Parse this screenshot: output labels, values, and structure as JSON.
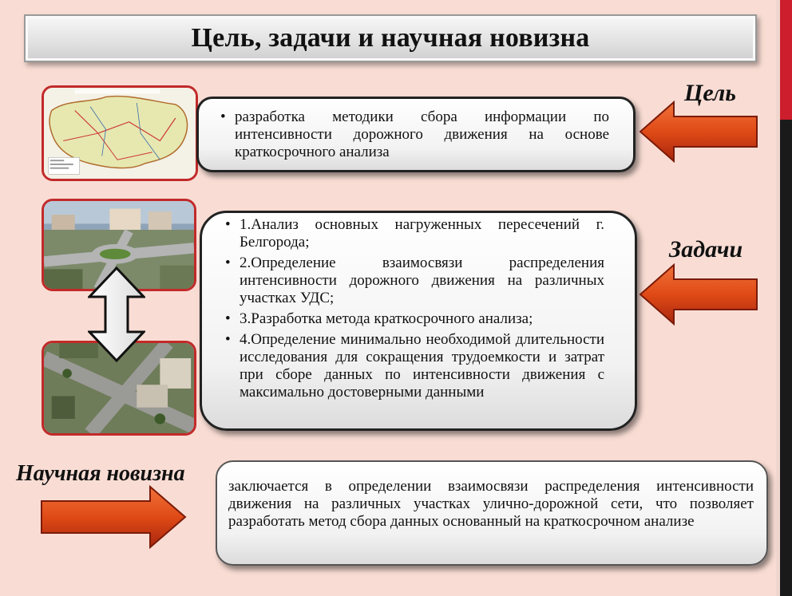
{
  "title": "Цель, задачи и научная новизна",
  "goal": {
    "label": "Цель",
    "items": [
      "разработка методики сбора информации по интенсивности дорожного движения на основе краткосрочного анализа"
    ]
  },
  "tasks": {
    "label": "Задачи",
    "items": [
      "1.Анализ основных нагруженных пересечений г. Белгорода;",
      "2.Определение взаимосвязи распределения интенсивности дорожного движения на различных участках УДС;",
      "3.Разработка метода краткосрочного анализа;",
      "4.Определение минимально необходимой длительности исследования для сокращения трудоемкости и затрат при сборе данных по интенсивности движения с максимально достоверными данными"
    ]
  },
  "novelty": {
    "label": "Научная новизна",
    "text": "заключается в определении взаимосвязи распределения интенсивности движения на различных участках улично-дорожной сети, что позволяет разработать метод сбора данных основанный на краткосрочном анализе"
  },
  "colors": {
    "background": "#f9ddd4",
    "frame_red": "#c22a2a",
    "arrow_orange": "#e8531e",
    "arrow_dark_red": "#9c1c0c"
  }
}
